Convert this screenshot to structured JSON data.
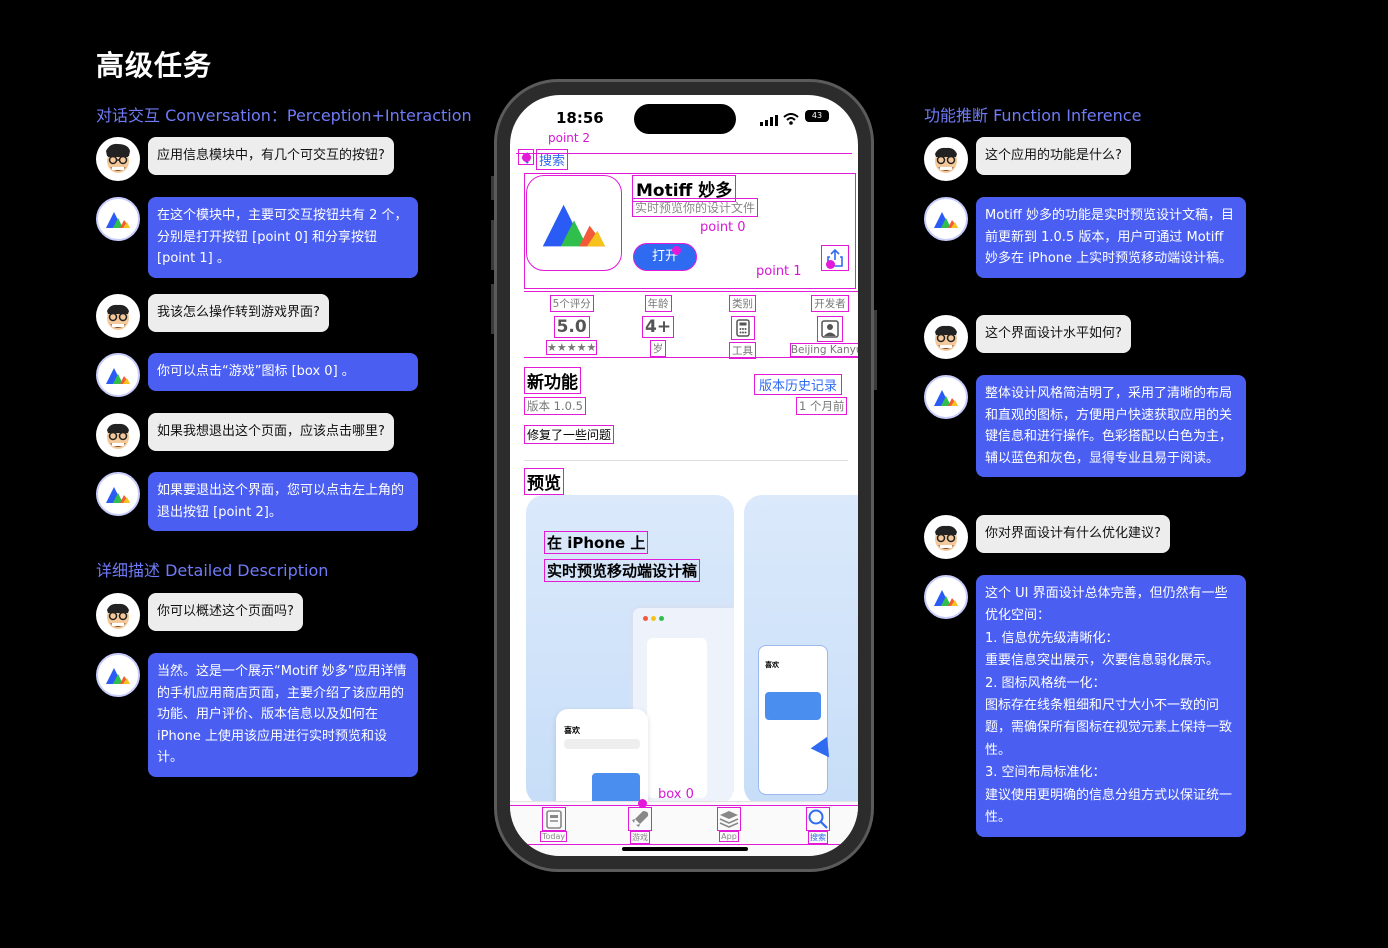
{
  "page_title": "高级任务",
  "sections": {
    "conversation": "对话交互 Conversation：Perception+Interaction",
    "description": "详细描述 Detailed Description",
    "function": "功能推断 Function Inference"
  },
  "left_chat": [
    {
      "q": "应用信息模块中，有几个可交互的按钮?",
      "a": "在这个模块中，主要可交互按钮共有 2 个，分别是打开按钮 [point 0] 和分享按钮 [point 1] 。"
    },
    {
      "q": "我该怎么操作转到游戏界面?",
      "a": "你可以点击“游戏”图标 [box 0] 。"
    },
    {
      "q": "如果我想退出这个页面，应该点击哪里?",
      "a": "如果要退出这个界面，您可以点击左上角的退出按钮 [point 2]。"
    }
  ],
  "desc_chat": [
    {
      "q": "你可以概述这个页面吗?",
      "a": "当然。这是一个展示“Motiff 妙多”应用详情的手机应用商店页面，主要介绍了该应用的功能、用户评价、版本信息以及如何在 iPhone 上使用该应用进行实时预览和设计。"
    }
  ],
  "right_chat": [
    {
      "q": "这个应用的功能是什么?",
      "a": "Motiff 妙多的功能是实时预览设计文稿，目前更新到 1.0.5 版本，用户可通过 Motiff 妙多在 iPhone 上实时预览移动端设计稿。"
    },
    {
      "q": "这个界面设计水平如何?",
      "a": "整体设计风格简洁明了，采用了清晰的布局和直观的图标，方便用户快速获取应用的关键信息和进行操作。色彩搭配以白色为主，辅以蓝色和灰色，显得专业且易于阅读。"
    },
    {
      "q": "你对界面设计有什么优化建议?",
      "a": "这个 UI 界面设计总体完善，但仍然有一些优化空间：\n1. 信息优先级清晰化：\n重要信息突出展示，次要信息弱化展示。\n2. 图标风格统一化：\n图标存在线条粗细和尺寸大小不一致的问题，需确保所有图标在视觉元素上保持一致性。\n3. 空间布局标准化：\n建议使用更明确的信息分组方式以保证统一性。"
    }
  ],
  "phone": {
    "time": "18:56",
    "battery": "43",
    "back_label": "搜索",
    "app_name": "Motiff 妙多",
    "subtitle": "实时预览你的设计文件",
    "open_label": "打开",
    "point0": "point 0",
    "point1": "point 1",
    "point2": "point 2",
    "box0": "box 0",
    "stats": [
      {
        "top": "5个评分",
        "main": "5.0",
        "bottom": "★★★★★"
      },
      {
        "top": "年龄",
        "main": "4+",
        "bottom": "岁"
      },
      {
        "top": "类别",
        "main": "calculator-icon",
        "bottom": "工具"
      },
      {
        "top": "开发者",
        "main": "person-icon",
        "bottom": "Beijing Kanyun"
      }
    ],
    "whats_new": "新功能",
    "version_history": "版本历史记录",
    "version": "版本 1.0.5",
    "time_ago": "1 个月前",
    "fix_note": "修复了一些问题",
    "preview": "预览",
    "promo_line1": "在 iPhone 上",
    "promo_line2": "实时预览移动端设计稿",
    "mock_title": "喜欢",
    "tabs": [
      "Today",
      "游戏",
      "App",
      "搜索"
    ]
  },
  "colors": {
    "accent": "#4a5ff2",
    "highlight": "#e31ad7",
    "section": "#6f7bf7",
    "ios_blue": "#2f6bf0"
  }
}
